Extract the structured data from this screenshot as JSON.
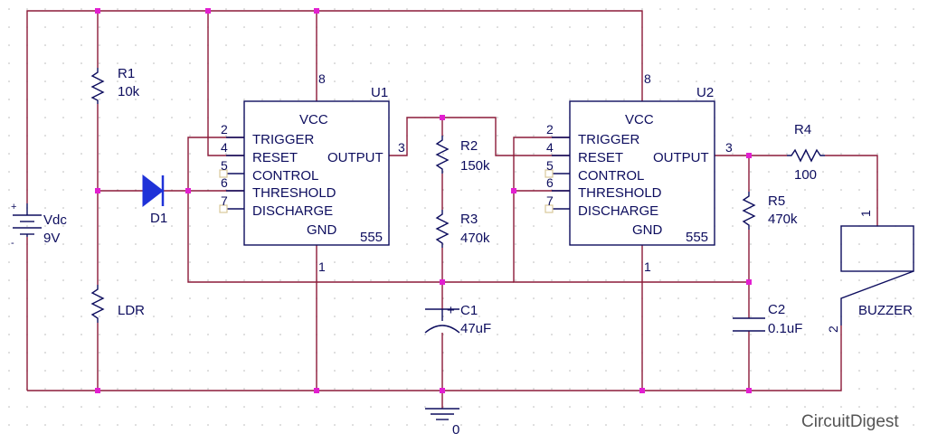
{
  "colors": {
    "wire": "#8c1a38",
    "component": "#0d0d5e",
    "node": "#e21fd0",
    "diode": "#1f32d8",
    "pin_box": "#d8c79a"
  },
  "components": {
    "battery": {
      "name": "Vdc",
      "value": "9V",
      "plus": "+",
      "minus": "-"
    },
    "r1": {
      "name": "R1",
      "value": "10k"
    },
    "ldr": {
      "name": "LDR"
    },
    "d1": {
      "name": "D1"
    },
    "r2": {
      "name": "R2",
      "value": "150k"
    },
    "r3": {
      "name": "R3",
      "value": "470k"
    },
    "c1": {
      "name": "C1",
      "value": "47uF",
      "plus": "+"
    },
    "r4": {
      "name": "R4",
      "value": "100"
    },
    "r5": {
      "name": "R5",
      "value": "470k"
    },
    "c2": {
      "name": "C2",
      "value": "0.1uF"
    },
    "buzzer": {
      "name": "BUZZER",
      "pin1": "1",
      "pin2": "2"
    },
    "ground": {
      "label": "0"
    }
  },
  "u1": {
    "ref": "U1",
    "part": "555",
    "vcc": "VCC",
    "gnd": "GND",
    "pins": {
      "trigger": "TRIGGER",
      "reset": "RESET",
      "output": "OUTPUT",
      "control": "CONTROL",
      "threshold": "THRESHOLD",
      "discharge": "DISCHARGE"
    },
    "pin_numbers": {
      "p2": "2",
      "p4": "4",
      "p5": "5",
      "p6": "6",
      "p7": "7",
      "p8": "8",
      "p1": "1",
      "p3": "3"
    }
  },
  "u2": {
    "ref": "U2",
    "part": "555",
    "vcc": "VCC",
    "gnd": "GND",
    "pins": {
      "trigger": "TRIGGER",
      "reset": "RESET",
      "output": "OUTPUT",
      "control": "CONTROL",
      "threshold": "THRESHOLD",
      "discharge": "DISCHARGE"
    },
    "pin_numbers": {
      "p2": "2",
      "p4": "4",
      "p5": "5",
      "p6": "6",
      "p7": "7",
      "p8": "8",
      "p1": "1",
      "p3": "3"
    }
  },
  "watermark": {
    "text": "CircuitDigest"
  }
}
